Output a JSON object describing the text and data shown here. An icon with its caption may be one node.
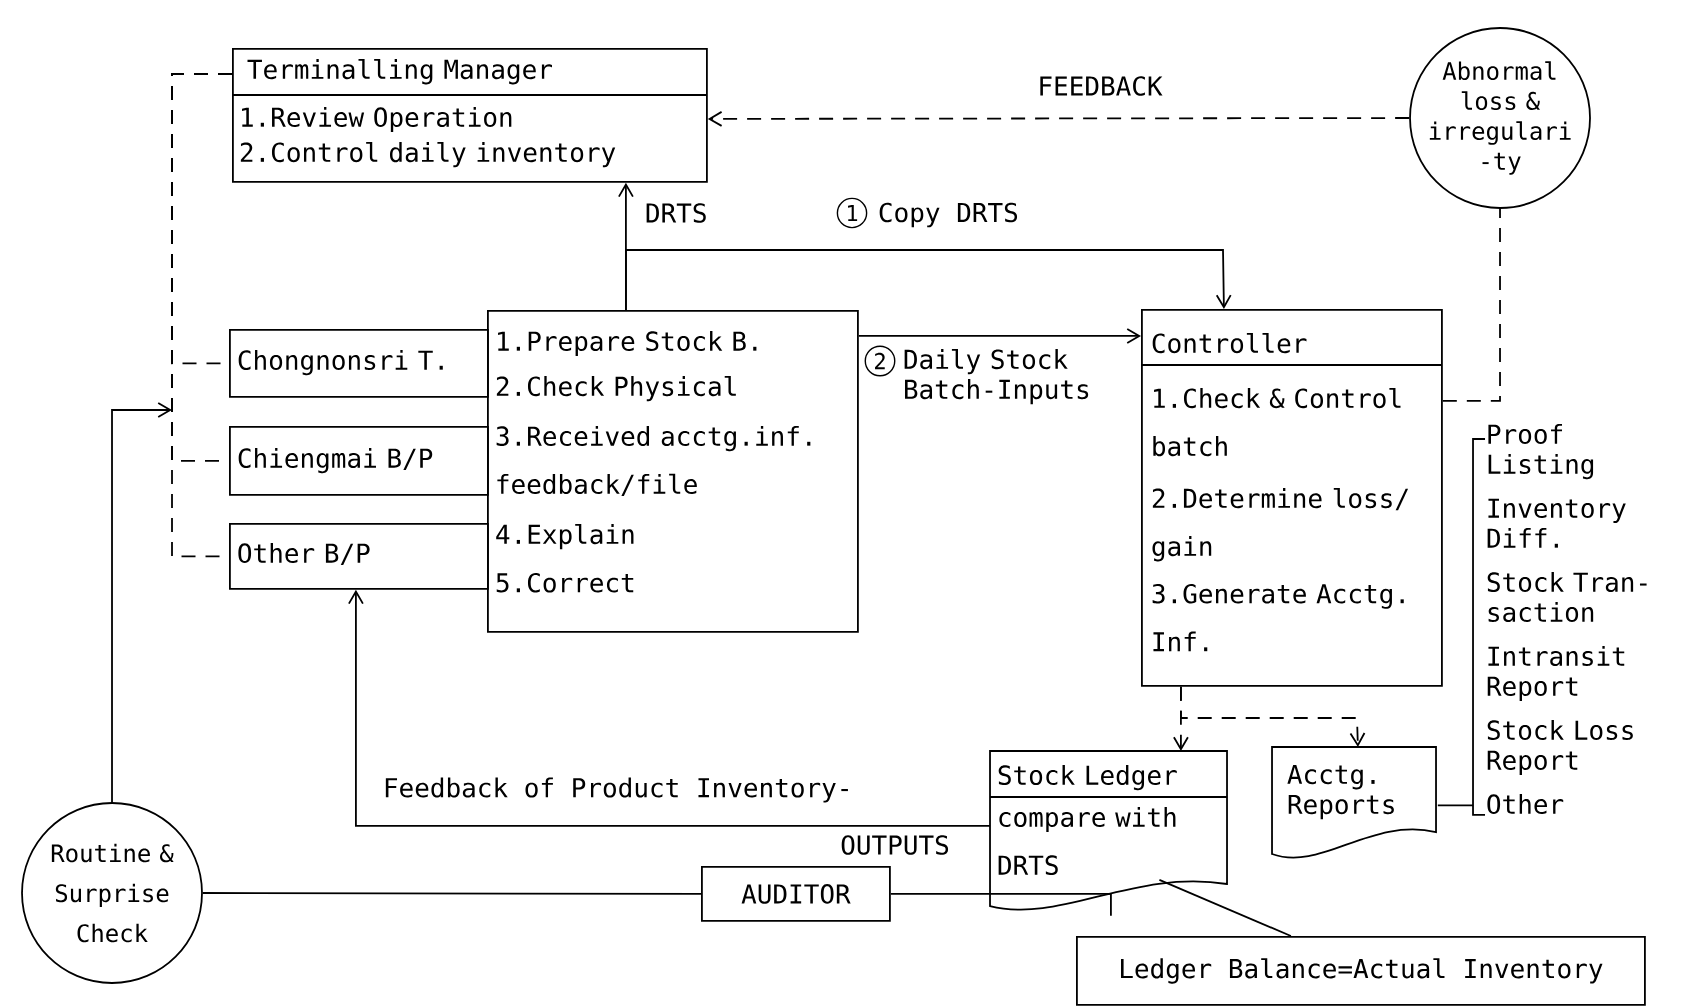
{
  "diagram": {
    "nodes": [
      {
        "text": [
          "Terminalling Manager",
          "1.Review Operation",
          "2.Control daily inventory"
        ]
      },
      {
        "text": [
          "Abnormal loss & irregulari -ty"
        ]
      },
      {
        "text": [
          "Chongnonsri T."
        ]
      },
      {
        "text": [
          "Chiengmai B/P"
        ]
      },
      {
        "text": [
          "Other B/P"
        ]
      },
      {
        "text": [
          "1.Prepare Stock B.",
          "2.Check Physical",
          "3.Received acctg.inf. feedback/file",
          "4.Explain",
          "5.Correct"
        ]
      },
      {
        "text": [
          "Controller",
          "1.Check & Control batch",
          "2.Determine loss/ gain",
          "3.Generate Acctg. Inf."
        ]
      },
      {
        "text": [
          "Stock Ledger",
          "compare with DRTS"
        ]
      },
      {
        "text": [
          "Acctg. Reports"
        ]
      },
      {
        "text": [
          "Proof Listing",
          "Inventory Diff.",
          "Stock Tran- saction",
          "Intransit Report",
          "Stock Loss Report",
          "Other"
        ]
      },
      {
        "text": [
          "Routine & Surprise Check"
        ]
      },
      {
        "text": [
          "AUDITOR"
        ]
      },
      {
        "text": [
          "Ledger Balance=Actual Inventory"
        ]
      }
    ],
    "edges": [
      {
        "from": 5,
        "to": 0,
        "arrow": "to",
        "label": "DRTS"
      },
      {
        "from": 5,
        "to": 6,
        "arrow": "to",
        "label": "Copy DRTS"
      },
      {
        "from": 5,
        "to": 6,
        "arrow": "to",
        "label": "Daily Stock Batch-Inputs"
      },
      {
        "from": 1,
        "to": 0,
        "arrow": "to",
        "label": "FEEDBACK",
        "style": "dashed"
      },
      {
        "from": 6,
        "to": 1,
        "arrow": "none",
        "style": "dashed"
      },
      {
        "from": 0,
        "to": 2,
        "arrow": "none",
        "style": "dashed"
      },
      {
        "from": 0,
        "to": 3,
        "arrow": "none",
        "style": "dashed"
      },
      {
        "from": 0,
        "to": 4,
        "arrow": "none",
        "style": "dashed"
      },
      {
        "from": 10,
        "to": null,
        "arrow": "to"
      },
      {
        "from": 10,
        "to": 11,
        "arrow": "none"
      },
      {
        "from": 11,
        "to": 7,
        "arrow": "none"
      },
      {
        "from": 7,
        "to": 4,
        "arrow": "to",
        "label": "Feedback of Product Inventory-"
      },
      {
        "from": 6,
        "to": 7,
        "arrow": "to",
        "style": "dashed"
      },
      {
        "from": 6,
        "to": 8,
        "arrow": "to",
        "style": "dashed"
      },
      {
        "from": 7,
        "to": 12,
        "arrow": "none"
      },
      {
        "from": 8,
        "to": 9,
        "arrow": "none"
      }
    ],
    "labels": [
      "1",
      "2",
      "OUTPUTS"
    ]
  }
}
